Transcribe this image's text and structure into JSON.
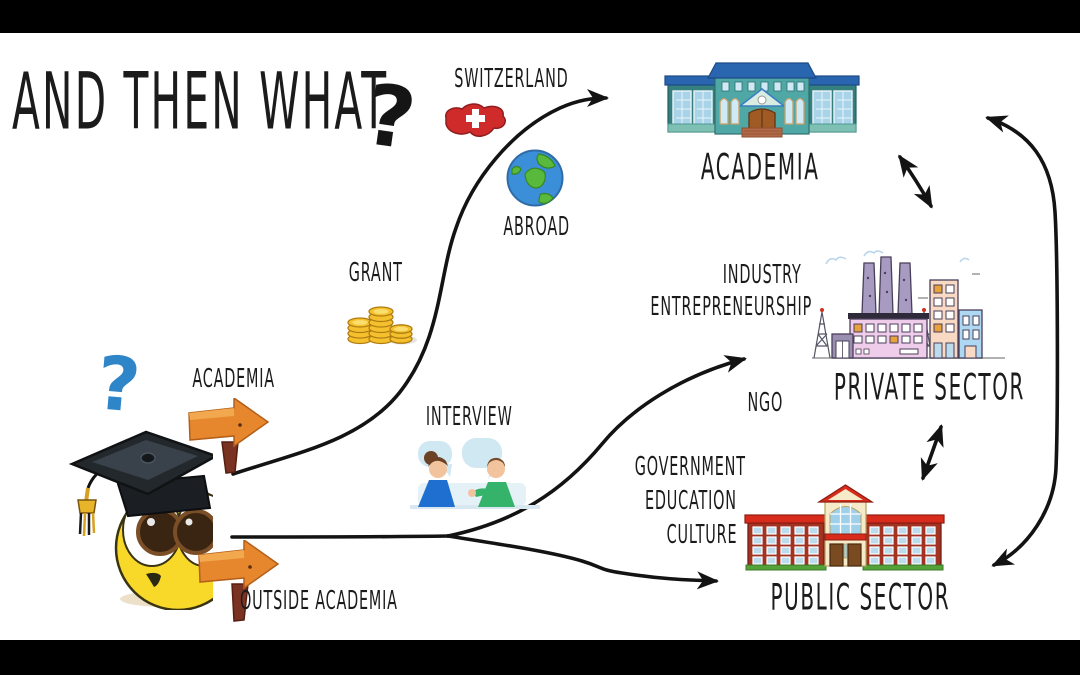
{
  "title": {
    "text": "AND THEN WHAT",
    "mark": "?"
  },
  "character": {
    "thought_mark": "?"
  },
  "signposts": {
    "academia": "ACADEMIA",
    "outside": "OUTSIDE ACADEMIA"
  },
  "academia_path": {
    "switzerland": "SWITZERLAND",
    "abroad": "ABROAD",
    "grant": "GRANT"
  },
  "outside_path": {
    "interview": "INTERVIEW"
  },
  "destinations": {
    "academia": {
      "label": "ACADEMIA"
    },
    "private": {
      "label": "PRIVATE SECTOR",
      "tags": {
        "industry": "INDUSTRY",
        "entrepreneurship": "ENTREPRENEURSHIP",
        "ngo": "NGO"
      }
    },
    "public": {
      "label": "PUBLIC SECTOR",
      "tags": {
        "government": "GOVERNMENT",
        "education": "EDUCATION",
        "culture": "CULTURE"
      }
    }
  },
  "colors": {
    "arrow_black": "#131313",
    "sign_orange": "#e6872e",
    "post_brown": "#7a3322",
    "swiss_red": "#cf2b2b",
    "globe_blue": "#3b8ed8",
    "globe_green": "#58b93c",
    "coin_gold": "#f5c02e",
    "emoji_yellow": "#f8d829",
    "question_blue": "#2e86c8",
    "academia_teal": "#4fa8a6",
    "academia_roof_blue": "#2a66b0",
    "factory_pink": "#efcce9",
    "factory_chimney": "#a89bc2",
    "public_brick_red": "#a23323",
    "public_roof_red": "#d82b1c"
  }
}
